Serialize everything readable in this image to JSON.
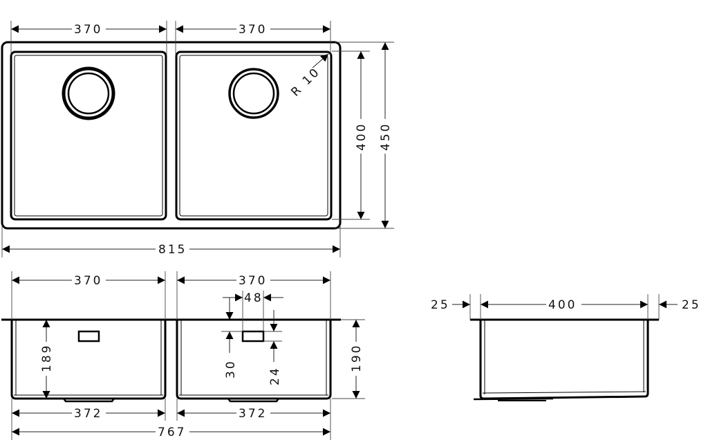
{
  "drawing": {
    "title": "Double undermount sink technical drawing",
    "units": "mm",
    "colors": {
      "line": "#000000",
      "background": "#ffffff"
    },
    "top_view": {
      "basin_widths": [
        "370",
        "370"
      ],
      "radius_label": "R 10",
      "inner_depth": "400",
      "outer_depth": "450",
      "overall_width": "815",
      "drains": [
        "drain-left",
        "drain-right"
      ]
    },
    "front_view": {
      "basin_widths_top": [
        "370",
        "370"
      ],
      "overflow_width": "48",
      "left_depth": "189",
      "overflow_offset_top": "30",
      "overflow_offset_right": "24",
      "right_depth": "190",
      "basin_widths_bottom": [
        "372",
        "372"
      ],
      "overall_width": "767"
    },
    "side_view": {
      "flange_left": "25",
      "basin_depth": "400",
      "flange_right": "25"
    }
  }
}
